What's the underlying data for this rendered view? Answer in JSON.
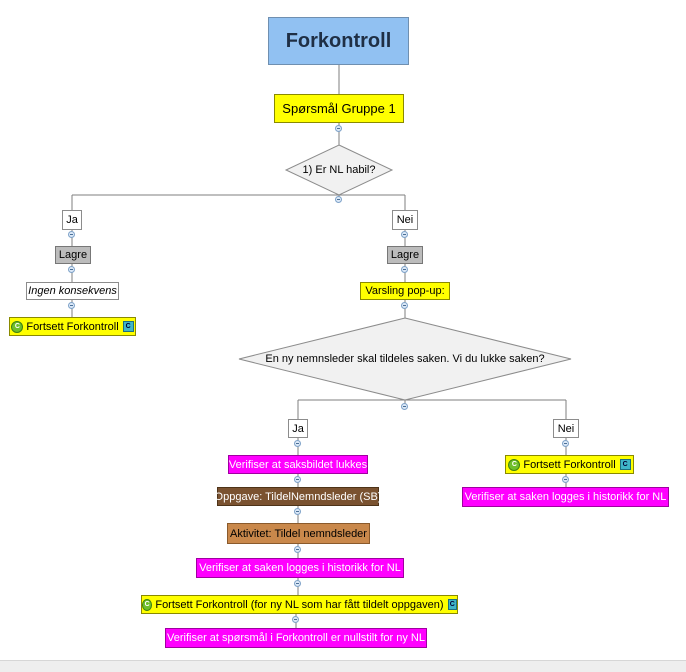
{
  "root": {
    "label": "Forkontroll"
  },
  "group": {
    "label": "Spørsmål Gruppe 1"
  },
  "question1": {
    "label": "1) Er NL habil?"
  },
  "left_branch": {
    "answer": "Ja",
    "save": "Lagre",
    "consequence": "Ingen konsekvens",
    "continue": "Fortsett Forkontroll"
  },
  "right_branch": {
    "answer": "Nei",
    "save": "Lagre",
    "popup": "Varsling pop-up:",
    "question": "En ny nemnsleder skal tildeles saken. Vi du lukke saken?",
    "yes": {
      "answer": "Ja",
      "verify_closed": "Verifiser at saksbildet lukkes",
      "task": "Oppgave: TildelNemndsleder (SB)",
      "activity": "Aktivitet: Tildel nemndsleder",
      "verify_logged": "Verifiser at saken logges i historikk for NL",
      "continue": "Fortsett Forkontroll (for ny NL som har fått tildelt oppgaven)",
      "verify_reset": "Verifiser at spørsmål i Forkontroll er nullstilt for ny NL"
    },
    "no": {
      "answer": "Nei",
      "continue": "Fortsett Forkontroll",
      "verify_logged": "Verifiser at saken logges i historikk for NL"
    }
  },
  "icons": {
    "continue_icon": "green-circle-icon",
    "link_icon": "c-badge-icon",
    "collapse_icon": "collapse-minus-icon"
  },
  "colors": {
    "root": "#91c1f2",
    "yellow": "#ffff00",
    "magenta": "#ff00ff",
    "brown": "#7a5230",
    "orange": "#c9884b",
    "grey": "#bcbcbc"
  }
}
